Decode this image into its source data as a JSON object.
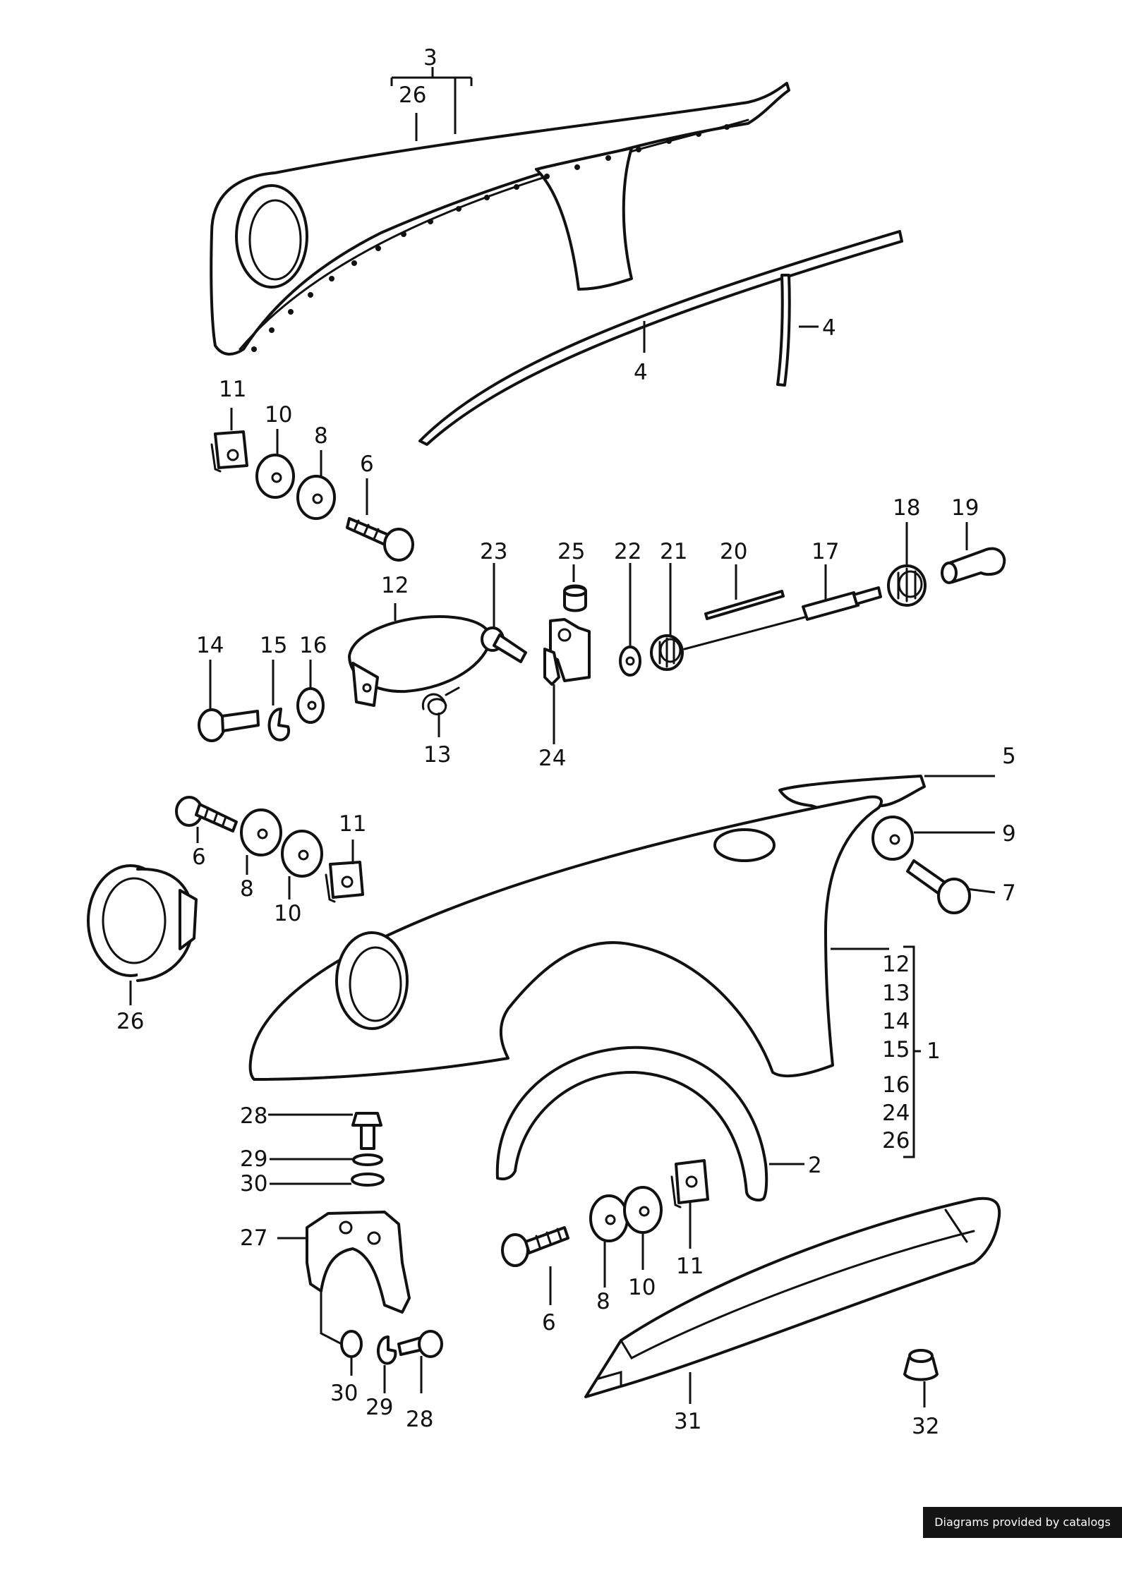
{
  "callouts": {
    "c1": "1",
    "c2": "2",
    "c3": "3",
    "c4a": "4",
    "c4b": "4",
    "c5": "5",
    "c6a": "6",
    "c6b": "6",
    "c6c": "6",
    "c7": "7",
    "c8a": "8",
    "c8b": "8",
    "c8c": "8",
    "c9": "9",
    "c10a": "10",
    "c10b": "10",
    "c10c": "10",
    "c11a": "11",
    "c11b": "11",
    "c11c": "11",
    "c12": "12",
    "c13": "13",
    "c14": "14",
    "c15": "15",
    "c16": "16",
    "c17": "17",
    "c18": "18",
    "c19": "19",
    "c20": "20",
    "c21": "21",
    "c22": "22",
    "c23": "23",
    "c24": "24",
    "c25": "25",
    "c26a": "26",
    "c26b": "26",
    "c27": "27",
    "c28a": "28",
    "c28b": "28",
    "c29a": "29",
    "c29b": "29",
    "c30a": "30",
    "c30b": "30",
    "c31": "31",
    "c32": "32"
  },
  "bracket_items": [
    "12",
    "13",
    "14",
    "15",
    "16",
    "24",
    "26"
  ],
  "credit": "Diagrams provided by catalogs parts"
}
